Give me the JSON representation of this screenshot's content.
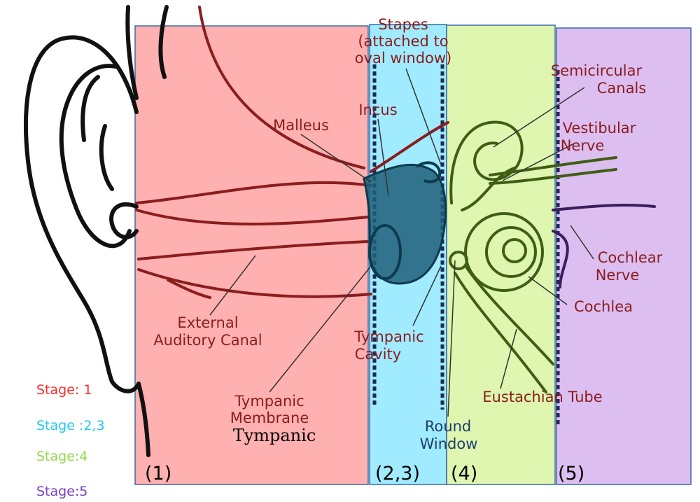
{
  "labels": {
    "stapes_1": "Stapes",
    "stapes_2": "(attached to",
    "stapes_3": "oval window)",
    "incus": "Incus",
    "malleus": "Malleus",
    "semicircular_1": "Semicircular",
    "semicircular_2": "Canals",
    "vestibular_1": "Vestibular",
    "vestibular_2": "Nerve",
    "cochlear_nerve_1": "Cochlear",
    "cochlear_nerve_2": "Nerve",
    "cochlea": "Cochlea",
    "external_1": "External",
    "external_2": "Auditory Canal",
    "tympanic_cavity_1": "Tympanic",
    "tympanic_cavity_2": "Cavity",
    "eustachian": "Eustachian Tube",
    "membrane_1": "Tympanic",
    "membrane_2": "Membrane",
    "membrane_3": "Tympanic",
    "round_1": "Round",
    "round_2": "Window"
  },
  "stages": [
    {
      "number": "(1)",
      "color": "#ff9a9a"
    },
    {
      "number": "(2,3)",
      "color": "#8fe8ff"
    },
    {
      "number": "(4)",
      "color": "#d8f5a2"
    },
    {
      "number": "(5)",
      "color": "#cfa8ec"
    }
  ],
  "legend": [
    {
      "text": "Stage: 1",
      "color": "#ff2a2a"
    },
    {
      "text": "Stage :2,3",
      "color": "#22c8f0"
    },
    {
      "text": "Stage:4",
      "color": "#93d84a"
    },
    {
      "text": "Stage:5",
      "color": "#7a3fc8"
    }
  ],
  "colors": {
    "anatomy_line": "#8a1d1d",
    "label_text": "#8a1d1d",
    "ossicle_fill": "#1f5f7a"
  }
}
